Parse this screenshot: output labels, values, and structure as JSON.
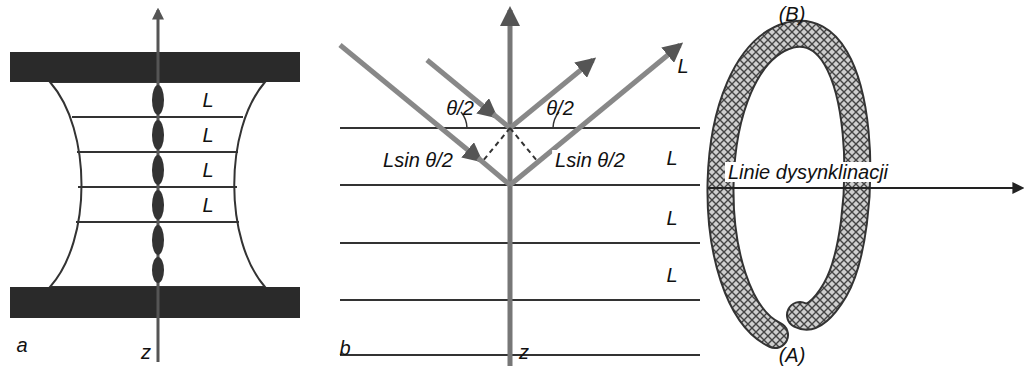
{
  "diagram": {
    "labels": [
      "L",
      "L",
      "L",
      "L",
      "a",
      "z",
      "θ/2",
      "θ/2",
      "Lsin θ/2",
      "Lsin θ/2",
      "L",
      "L",
      "L",
      "L",
      "b",
      "z",
      "(B)",
      "Linie dysynklinacji",
      "(A)"
    ]
  }
}
